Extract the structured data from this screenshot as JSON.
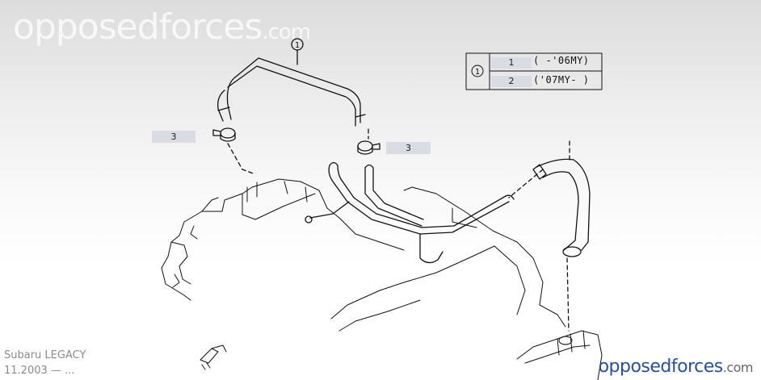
{
  "watermark": {
    "main": "opposedforces",
    "suffix": ".com"
  },
  "callouts": {
    "part_number_circle": "1",
    "clamp_left": "3",
    "clamp_right": "3"
  },
  "legend_table": {
    "part_circle": "1",
    "rows": [
      {
        "variant": "1",
        "range": "( -'06MY)"
      },
      {
        "variant": "2",
        "range": "('07MY- )"
      }
    ]
  },
  "caption": {
    "model": "Subaru LEGACY",
    "dates": "11.2003 — ..."
  },
  "brand": {
    "opposed": "opposed",
    "forces": "forces",
    "com": ".com"
  },
  "colors": {
    "brand_blue": "#2a4f9a",
    "brand_gray": "#666666",
    "label_bg": "#d9dce3",
    "line": "#111111"
  }
}
